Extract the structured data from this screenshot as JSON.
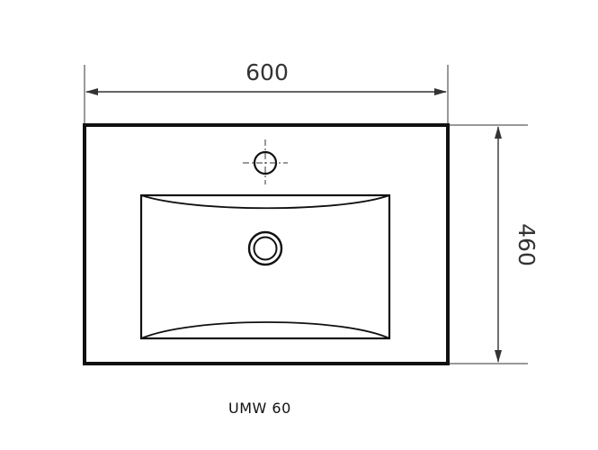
{
  "dimensions": {
    "width_label": "600",
    "height_label": "460"
  },
  "caption": {
    "model": "UMW 60"
  },
  "colors": {
    "outline": "#111111",
    "dimension": "#333333"
  }
}
